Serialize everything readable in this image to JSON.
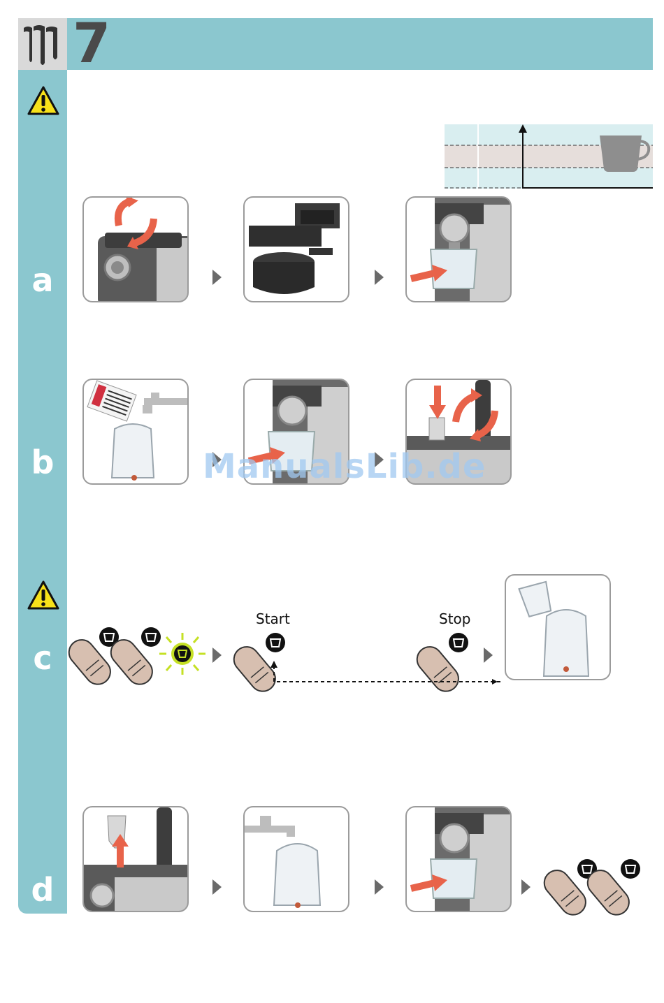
{
  "header": {
    "chapter_number": "7"
  },
  "sections": [
    {
      "letter": "a"
    },
    {
      "letter": "b"
    },
    {
      "letter": "c"
    },
    {
      "letter": "d"
    }
  ],
  "brew": {
    "start_label": "Start",
    "stop_label": "Stop"
  },
  "watermark": "ManualsLib.de",
  "colors": {
    "teal": "#8bc7cf",
    "arrow_red": "#e8634a",
    "dark_gray": "#4a4a4a"
  },
  "icons": [
    "descaling-icon",
    "warning-icon",
    "cup-icon",
    "finger-press-icon",
    "faucet-icon",
    "water-tank-icon"
  ]
}
